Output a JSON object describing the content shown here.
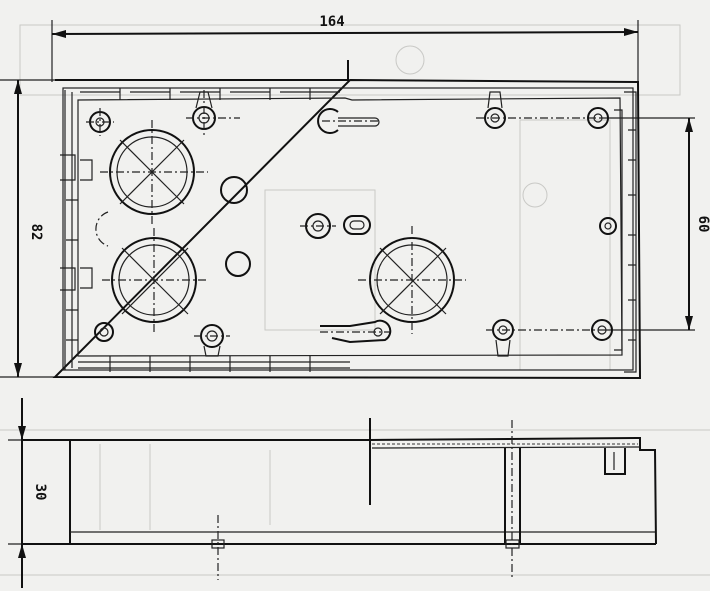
{
  "dimensions": {
    "overall_length": "164",
    "overall_width": "82",
    "mounting_hole_spacing": "60",
    "height": "30"
  }
}
